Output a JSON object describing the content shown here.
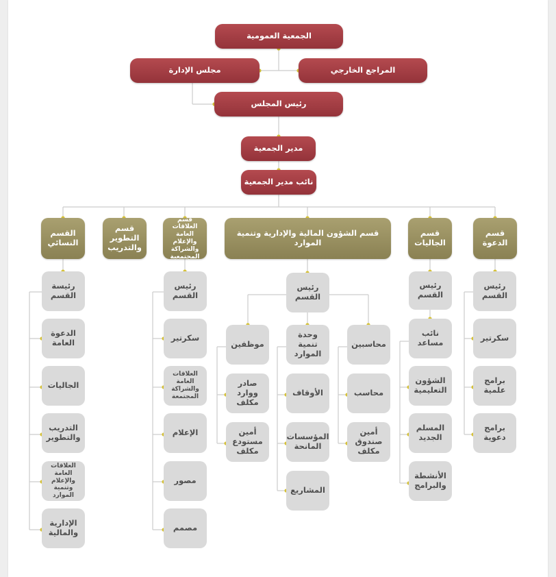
{
  "diagram": {
    "colors": {
      "leadership": "#a33e44",
      "department": "#9b9262",
      "unit": "#dadada",
      "connector": "#cccccc",
      "dot": "#d6c23a"
    },
    "leadership": {
      "general_assembly": "الجمعية العمومية",
      "board": "مجلس الإدارة",
      "external_auditor": "المراجع الخارجي",
      "chairman": "رئيس المجلس",
      "director": "مدير الجمعية",
      "deputy_director": "نائب مدير الجمعية"
    },
    "departments": {
      "dawah": {
        "title": "قسم الدعوة",
        "units": [
          "رئيس القسم",
          "سكرتير",
          "برامج علمية",
          "برامج دعوية"
        ]
      },
      "communities": {
        "title": "قسم الجاليات",
        "units": [
          "رئيس القسم",
          "نائب مساعد",
          "الشؤون التعليمية",
          "المسلم الجديد",
          "الأنشطة والبرامج"
        ]
      },
      "finance": {
        "title": "قسم الشؤون المالية والإدارية وتنمية الموارد",
        "head": "رئيس القسم",
        "accountants": {
          "title": "محاسبين",
          "units": [
            "محاسب",
            "أمين صندوق مكلف"
          ]
        },
        "resources": {
          "title": "وحدة تنمية الموارد",
          "units": [
            "الأوقاف",
            "المؤسسات المانحة",
            "المشاريع"
          ]
        },
        "employees": {
          "title": "موظفين",
          "units": [
            "صادر ووارد مكلف",
            "أمين مستودع مكلف"
          ]
        }
      },
      "relations": {
        "title": "قسم العلاقات العامة والإعلام والشراكة المجتمعية",
        "units": [
          "رئيس القسم",
          "سكرتير",
          "العلاقات العامة والشراكة المجتمعة",
          "الإعلام",
          "مصور",
          "مصمم"
        ]
      },
      "training": {
        "title": "قسم التطوير والتدريب"
      },
      "women": {
        "title": "القسم النسائي",
        "units": [
          "رئيسة القسم",
          "الدعوة العامة",
          "الجاليات",
          "التدريب والتطوير",
          "العلاقات العامة والإعلام وتنمية الموارد",
          "الإدارية والمالية"
        ]
      }
    }
  }
}
